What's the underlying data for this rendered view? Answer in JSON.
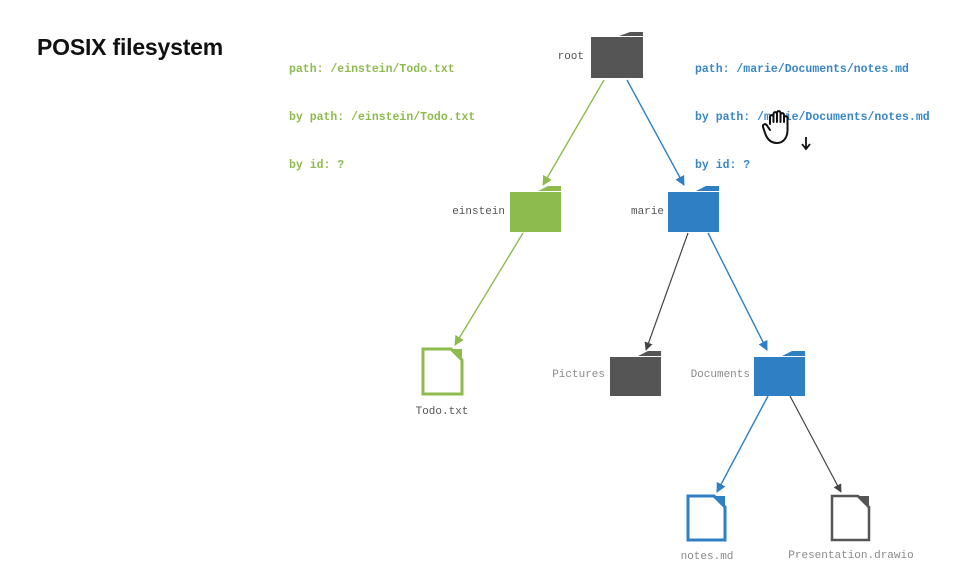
{
  "title": "POSIX filesystem",
  "green_info": {
    "path": "path: /einstein/Todo.txt",
    "by_path": "by path: /einstein/Todo.txt",
    "by_id": "by id: ?"
  },
  "blue_info": {
    "path": "path: /marie/Documents/notes.md",
    "by_path": "by path: /marie/Documents/notes.md",
    "by_id": "by id: ?"
  },
  "nodes": {
    "root": "root",
    "einstein": "einstein",
    "marie": "marie",
    "todo": "Todo.txt",
    "pictures": "Pictures",
    "documents": "Documents",
    "notes": "notes.md",
    "presentation": "Presentation.drawio"
  },
  "colors": {
    "green": "#8dbb4e",
    "blue": "#2e7fc4",
    "gray": "#555555",
    "edge_gray": "#444444"
  },
  "icons": {
    "cursor": "grab-hand-icon"
  }
}
